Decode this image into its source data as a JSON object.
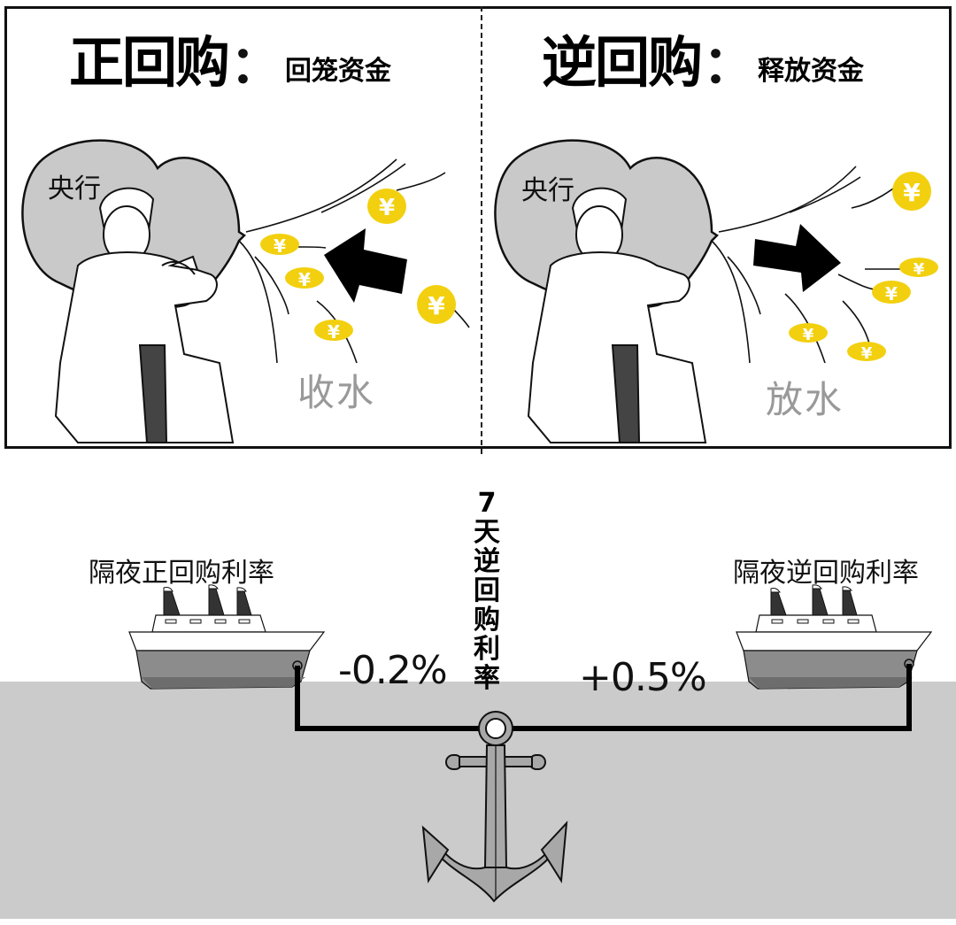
{
  "panels": {
    "left": {
      "title": "正回购",
      "colon": "：",
      "subtitle": "回笼资金",
      "actor_label": "央行",
      "effect_label": "收水",
      "arrow_direction": "left",
      "coin_symbol": "¥"
    },
    "right": {
      "title": "逆回购",
      "colon": "：",
      "subtitle": "释放资金",
      "actor_label": "央行",
      "effect_label": "放水",
      "arrow_direction": "right",
      "coin_symbol": "¥"
    }
  },
  "seesaw": {
    "anchor_label_chars": [
      "7",
      "天",
      "逆",
      "回",
      "购",
      "利",
      "率"
    ],
    "left_ship": {
      "label": "隔夜正回购利率",
      "spread": "-0.2%"
    },
    "right_ship": {
      "label": "隔夜逆回购利率",
      "spread": "+0.5%"
    }
  },
  "colors": {
    "coin": "#f2d00f",
    "balloon": "#c9c9c9",
    "sea": "#cbcbcb",
    "hull": "#8c8c8c",
    "effect_text": "#999999",
    "ink": "#111111"
  }
}
